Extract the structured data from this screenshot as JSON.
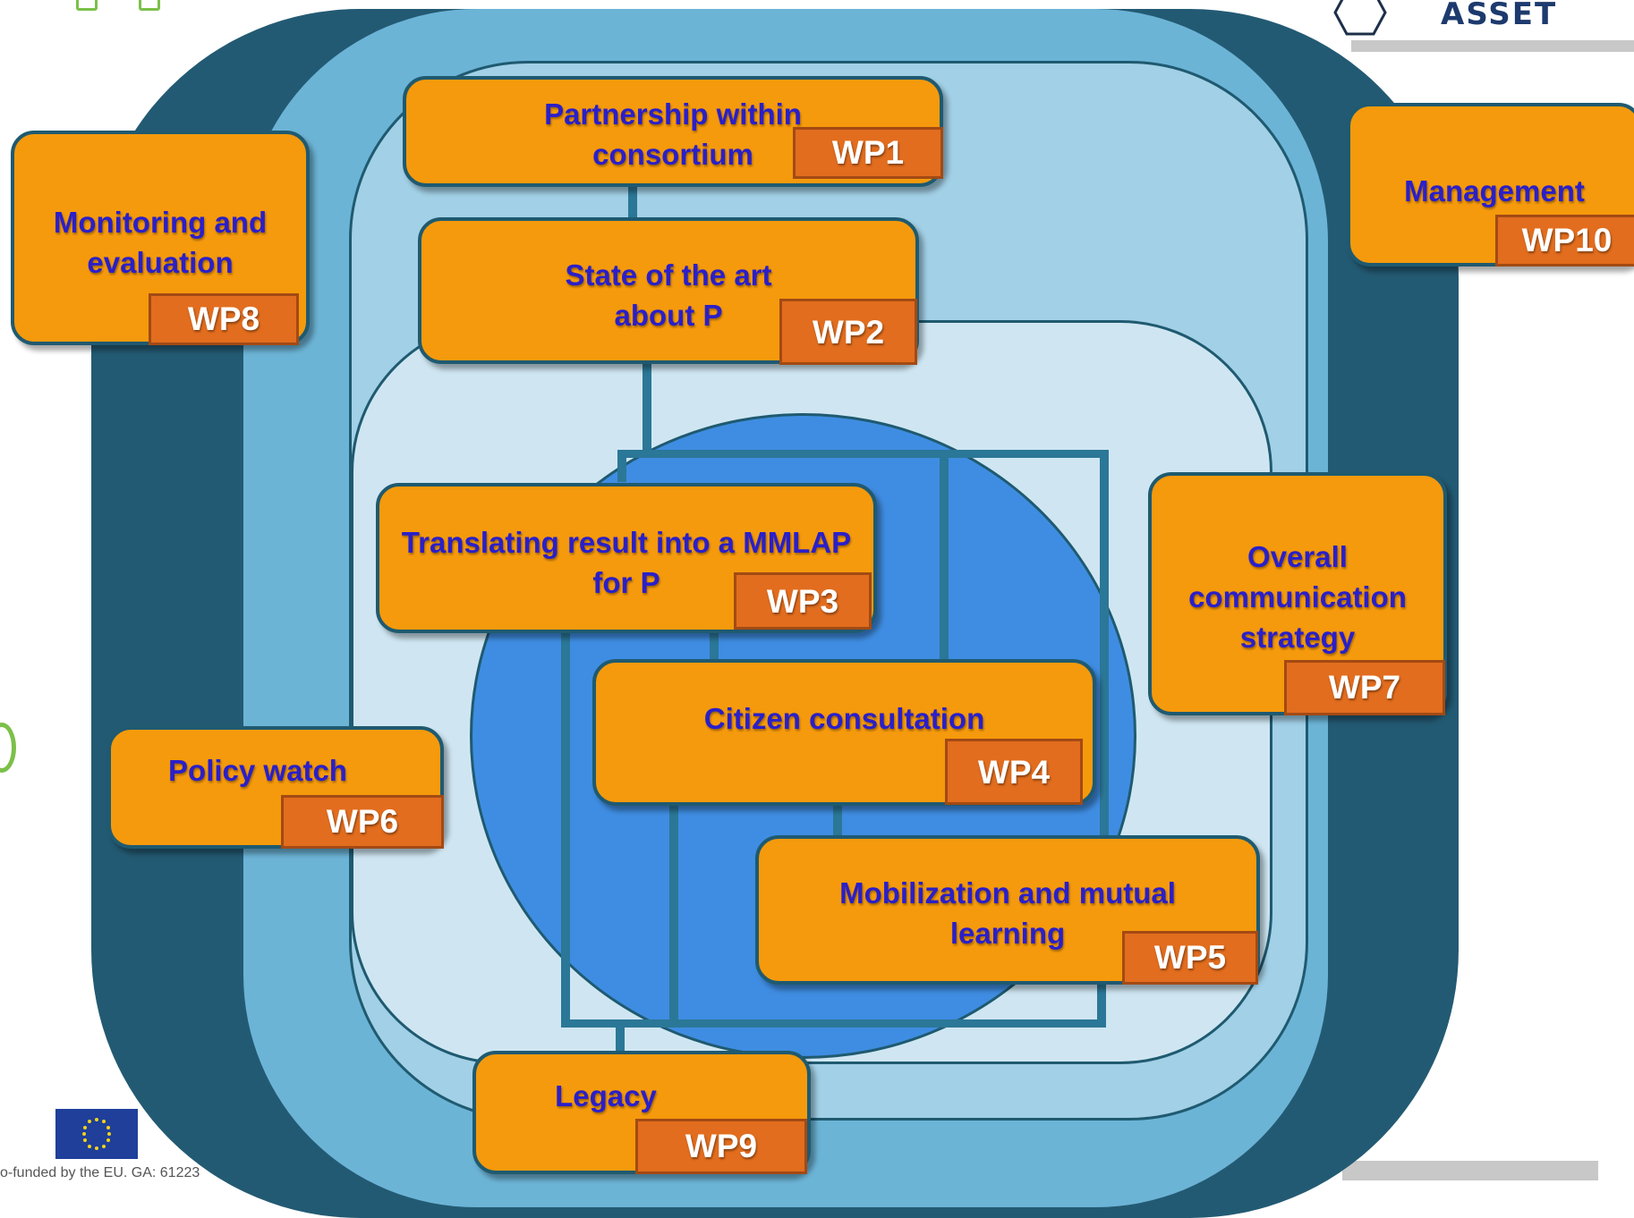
{
  "header": {
    "logo_text": "ASSET"
  },
  "footer": {
    "funding_text": "o-funded by the EU. GA: 61223"
  },
  "work_packages": [
    {
      "id": "wp1",
      "title": "Partnership within consortium",
      "code": "WP1"
    },
    {
      "id": "wp2",
      "title": "State of the art about P",
      "code": "WP2"
    },
    {
      "id": "wp3",
      "title": "Translating result into a MMLAP for P",
      "code": "WP3"
    },
    {
      "id": "wp4",
      "title": "Citizen consultation",
      "code": "WP4"
    },
    {
      "id": "wp5",
      "title": "Mobilization and mutual learning",
      "code": "WP5"
    },
    {
      "id": "wp6",
      "title": "Policy watch",
      "code": "WP6"
    },
    {
      "id": "wp7",
      "title": "Overall communication strategy",
      "code": "WP7"
    },
    {
      "id": "wp8",
      "title": "Monitoring and evaluation",
      "code": "WP8"
    },
    {
      "id": "wp9",
      "title": "Legacy",
      "code": "WP9"
    },
    {
      "id": "wp10",
      "title": "Management",
      "code": "WP10"
    }
  ],
  "colors": {
    "outer_ring": "#235a73",
    "ring_2": "#6cb4d6",
    "ring_3": "#a2d0e6",
    "ring_4": "#cfe6f2",
    "core_circle": "#3f8de2",
    "box_fill": "#f59a0c",
    "tag_fill": "#e26d1e",
    "title_text": "#2a1fc9",
    "connector": "#2b7797"
  }
}
